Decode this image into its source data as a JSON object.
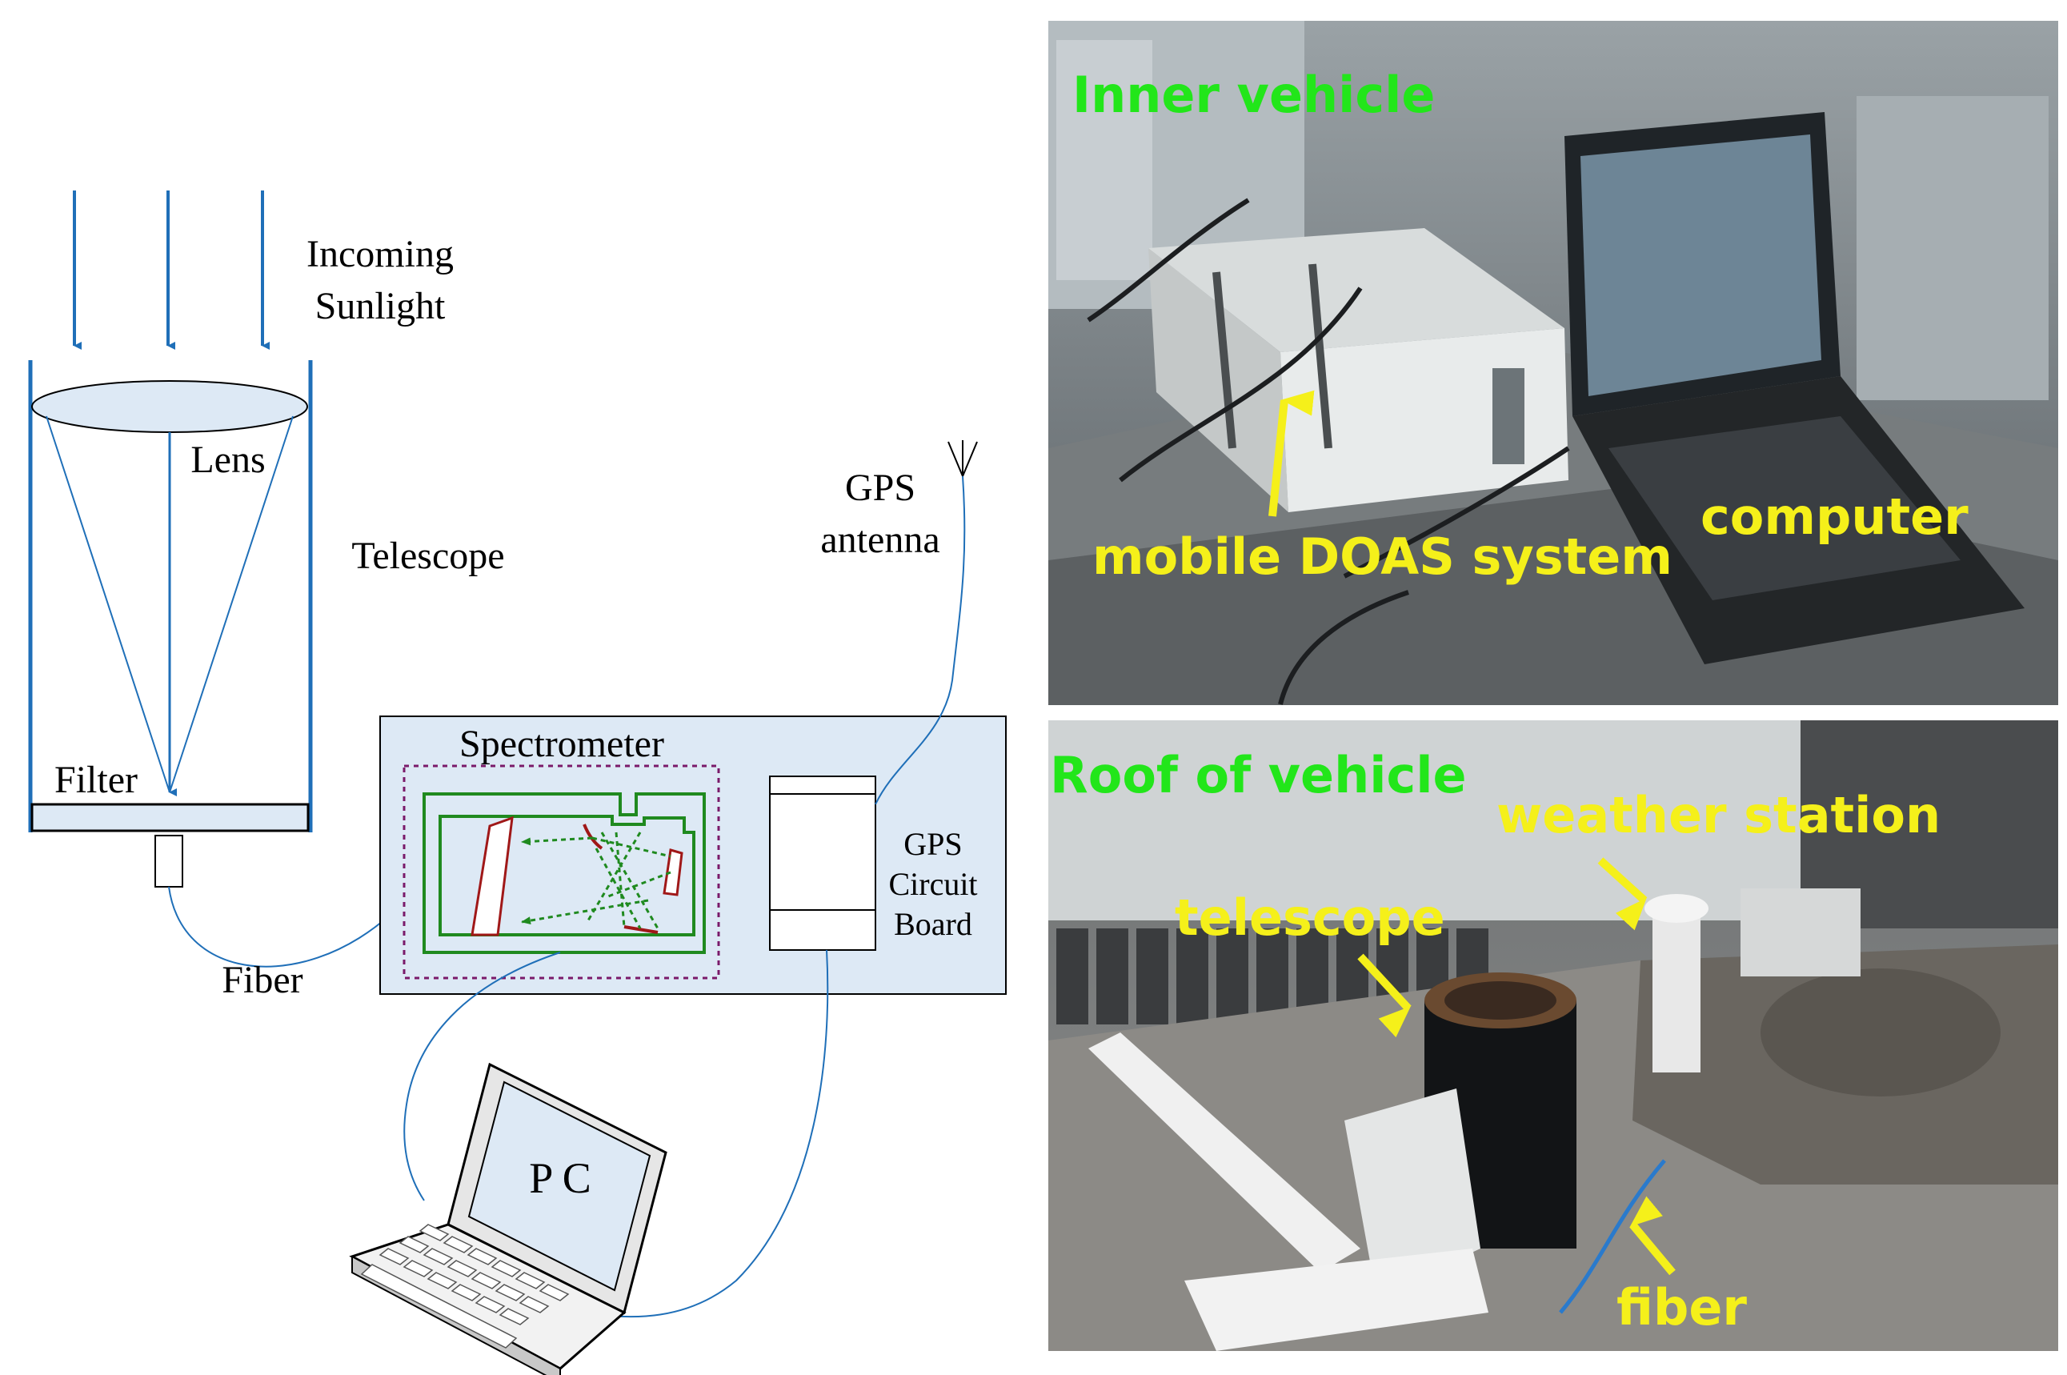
{
  "schematic": {
    "incoming_line1": "Incoming",
    "incoming_line2": "Sunlight",
    "lens": "Lens",
    "telescope": "Telescope",
    "filter": "Filter",
    "fiber": "Fiber",
    "spectrometer": "Spectrometer",
    "gps_antenna_line1": "GPS",
    "gps_antenna_line2": "antenna",
    "gps_board_line1": "GPS",
    "gps_board_line2": "Circuit",
    "gps_board_line3": "Board",
    "pc": "P C"
  },
  "photo_top": {
    "title": "Inner vehicle",
    "label_system": "mobile DOAS system",
    "label_computer": "computer"
  },
  "photo_bottom": {
    "title": "Roof of vehicle",
    "label_weather": "weather station",
    "label_telescope": "telescope",
    "label_fiber": "fiber"
  },
  "colors": {
    "arrow_blue": "#1f6fb8",
    "light_fill": "#dde9f5",
    "green_path": "#1f8a1f",
    "dark_red": "#a01818",
    "purple_dash": "#7a1a6a",
    "label_green": "#22e61a",
    "label_yellow": "#f5f01a"
  }
}
